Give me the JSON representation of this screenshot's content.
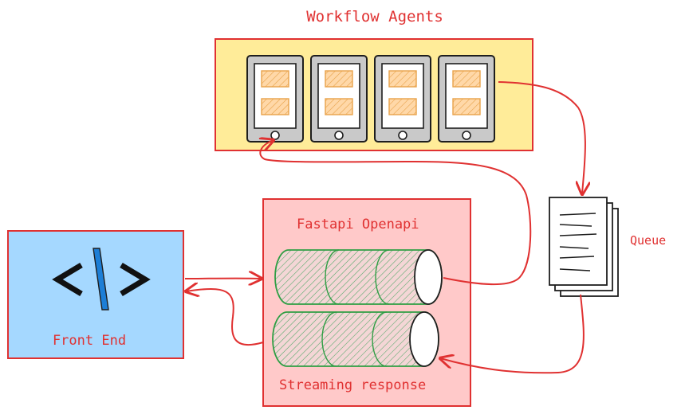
{
  "title": "Workflow Agents",
  "fastapi": {
    "label": "Fastapi Openapi",
    "stream_label": "Streaming response"
  },
  "frontend": {
    "label": "Front End",
    "icon": "code-icon"
  },
  "queue": {
    "label": "Queue"
  },
  "agents": {
    "count": 4
  },
  "colors": {
    "stroke_red": "#e03131",
    "agents_bg": "#ffec99",
    "fastapi_bg": "#ffc9c9",
    "frontend_bg": "#a5d8ff",
    "cylinder_green": "#2f9e44",
    "doc_card": "#ffd8a8",
    "phone_gray": "#c9c9c9"
  }
}
